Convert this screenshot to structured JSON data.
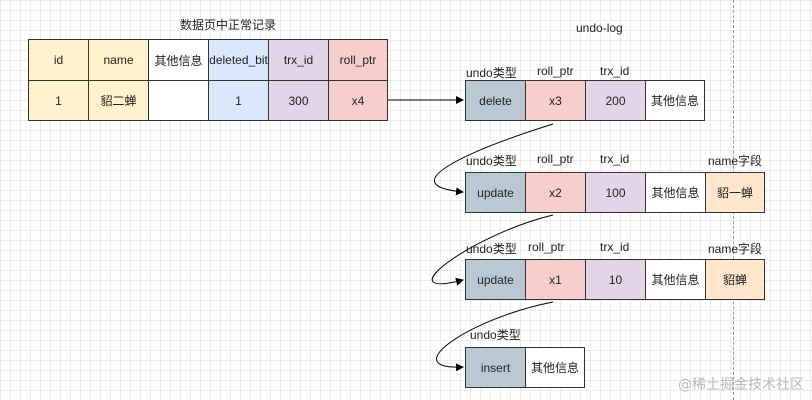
{
  "table": {
    "title": "数据页中正常记录",
    "headers": [
      "id",
      "name",
      "其他信息",
      "deleted_bit",
      "trx_id",
      "roll_ptr"
    ],
    "row": [
      "1",
      "貂二蝉",
      "",
      "1",
      "300",
      "x4"
    ]
  },
  "undo_log": {
    "title": "undo-log",
    "records": [
      {
        "type_label": "undo类型",
        "roll_ptr_label": "roll_ptr",
        "trx_id_label": "trx_id",
        "name_field_label": "",
        "type": "delete",
        "roll_ptr": "x3",
        "trx_id": "200",
        "other": "其他信息",
        "name_value": ""
      },
      {
        "type_label": "undo类型",
        "roll_ptr_label": "roll_ptr",
        "trx_id_label": "trx_id",
        "name_field_label": "name字段",
        "type": "update",
        "roll_ptr": "x2",
        "trx_id": "100",
        "other": "其他信息",
        "name_value": "貂一蝉"
      },
      {
        "type_label": "undo类型",
        "roll_ptr_label": "roll_ptr",
        "trx_id_label": "trx_id",
        "name_field_label": "name字段",
        "type": "update",
        "roll_ptr": "x1",
        "trx_id": "10",
        "other": "其他信息",
        "name_value": "貂蝉"
      },
      {
        "type_label": "undo类型",
        "type": "insert",
        "other": "其他信息"
      }
    ]
  },
  "watermark": "@稀土掘金技术社区",
  "colors": {
    "yellow": "#fff2cc",
    "blue": "#dae8fc",
    "purple": "#e1d5e7",
    "pink": "#f8cecc",
    "steel": "#bac8d3",
    "orange": "#ffe6cc",
    "line": "#000000"
  }
}
